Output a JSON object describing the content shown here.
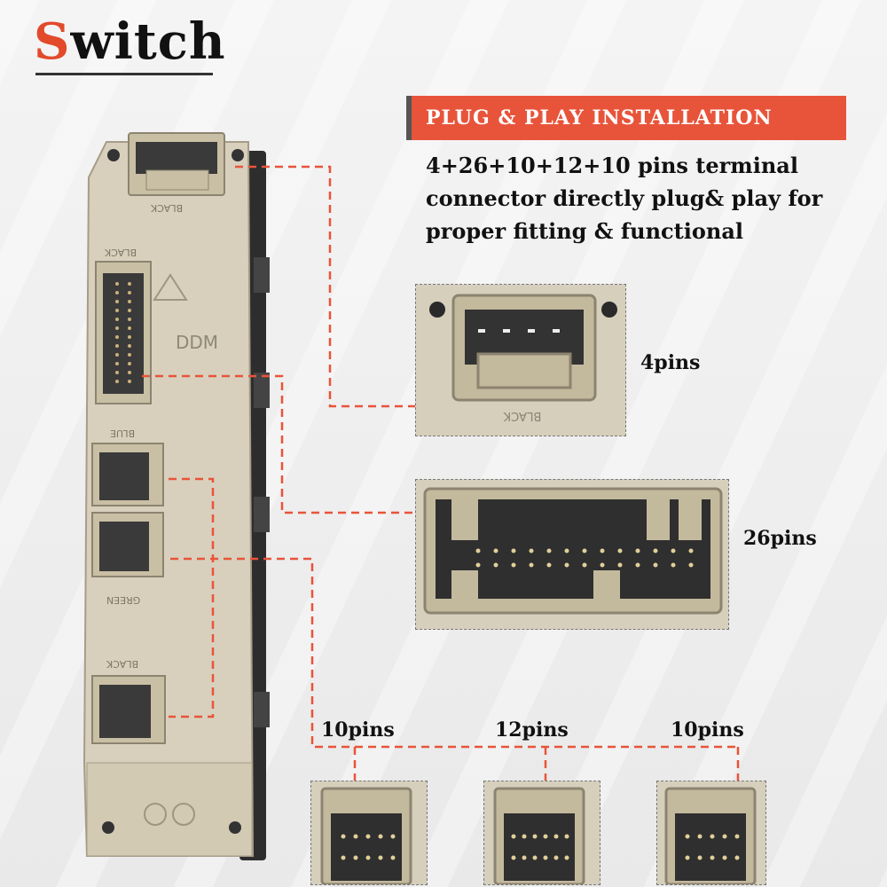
{
  "brand": {
    "first_letter": "S",
    "rest": "witch"
  },
  "banner": {
    "title": "PLUG & PLAY INSTALLATION"
  },
  "description": {
    "lines": [
      "4+26+10+12+10 pins terminal",
      "connector directly plug& play for",
      "proper fitting & functional"
    ]
  },
  "labels": {
    "pins4": "4pins",
    "pins26": "26pins",
    "pins10_left": "10pins",
    "pins12": "12pins",
    "pins10_right": "10pins"
  },
  "module_markings": {
    "ddm": "DDM",
    "black_top": "BLACK",
    "black_mid": "BLACK",
    "blue": "BLUE",
    "green": "GREEN",
    "black_bottom": "BLACK"
  },
  "colors": {
    "accent": "#e8543a",
    "connector_beige": "#c9bfa4",
    "housing": "#d8d0bc",
    "dash_line": "#e8543a"
  }
}
